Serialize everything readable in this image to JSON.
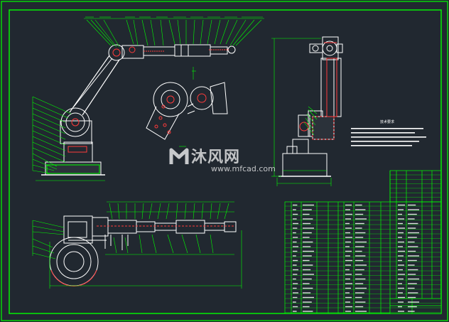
{
  "watermark": {
    "brand": "沐风网",
    "url": "www.mfcad.com"
  },
  "notes": {
    "title": "技术要求"
  },
  "colors": {
    "background": "#212830",
    "frame": "#00ff00",
    "geometry": "#ffffff",
    "dimension": "#00ff00",
    "highlight": "#ff3b3b",
    "leader": "#00ff00"
  }
}
